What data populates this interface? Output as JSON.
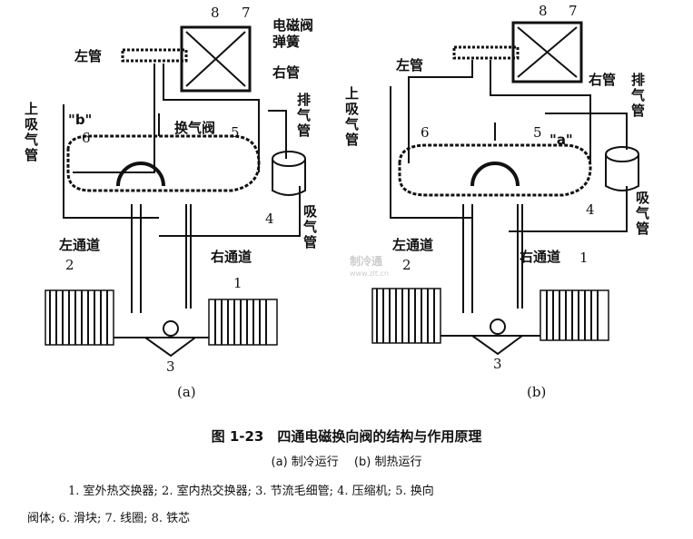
{
  "figure": {
    "panel_a": {
      "tag": "(a)",
      "solenoid": "电磁阀",
      "spring": "弹簧",
      "left_pipe": "左管",
      "right_pipe": "右管",
      "discharge": "排气管",
      "upper_suction": "上吸气管",
      "suction": "吸气管",
      "valve": "换气阀",
      "left_channel": "左通道",
      "right_channel": "右通道",
      "port": "\"b\"",
      "n1": "1",
      "n2": "2",
      "n3": "3",
      "n4": "4",
      "n5": "5",
      "n6": "6",
      "n7": "7",
      "n8": "8"
    },
    "panel_b": {
      "tag": "(b)",
      "left_pipe": "左管",
      "right_pipe": "右管",
      "discharge": "排气管",
      "upper_suction": "上吸气管",
      "suction": "吸气管",
      "left_channel": "左通道",
      "right_channel": "右通道",
      "port": "\"a\"",
      "n1": "1",
      "n2": "2",
      "n3": "3",
      "n4": "4",
      "n5": "5",
      "n6": "6",
      "n7": "7",
      "n8": "8"
    },
    "watermark": "制冷通",
    "watermark_url": "www.zlt.cn"
  },
  "caption": {
    "title": "图 1-23　四通电磁换向阀的结构与作用原理",
    "subtitle": "(a) 制冷运行　 (b) 制热运行",
    "legend_line1": "1. 室外热交换器; 2. 室内热交换器; 3. 节流毛细管; 4. 压缩机; 5. 换向",
    "legend_line2": "阀体; 6. 滑块; 7. 线圈; 8. 铁芯"
  }
}
